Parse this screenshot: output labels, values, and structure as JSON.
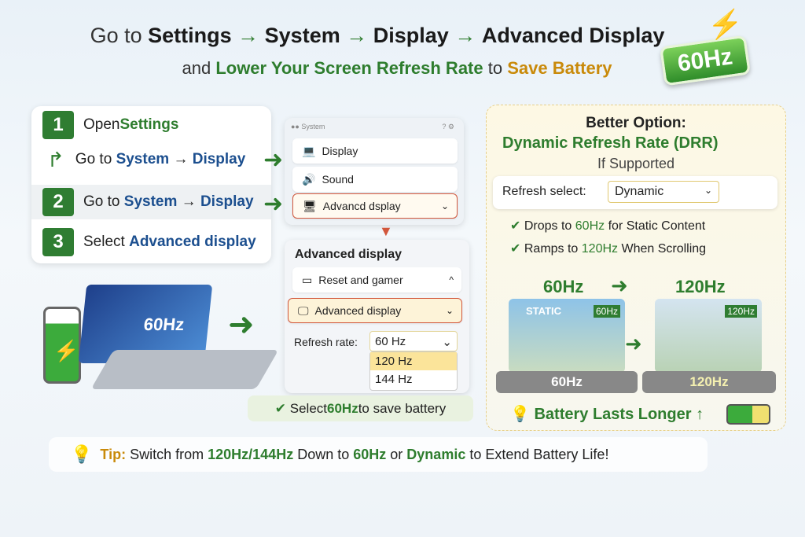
{
  "title": {
    "prefix": "Go to ",
    "p1": "Settings",
    "p2": "System",
    "p3": "Display",
    "p4": "Advanced Display",
    "arrow": "→"
  },
  "subtitle": {
    "a": "and ",
    "b": "Lower Your Screen Refresh Rate",
    "c": " to ",
    "d": "Save Battery"
  },
  "badge": "60Hz",
  "steps": [
    {
      "num": "1",
      "pre": "Open ",
      "em": "Settings"
    },
    {
      "num": "",
      "pre": "Go to ",
      "em1": "System",
      "arrow": "→",
      "em2": "Display"
    },
    {
      "num": "2",
      "pre": "Go to ",
      "em1": "System",
      "arrow": "→",
      "em2": "Display"
    },
    {
      "num": "3",
      "pre": "Select ",
      "em": "Advanced display"
    }
  ],
  "laptop_label": "60Hz",
  "system_window": {
    "title": "System",
    "controls": "? ⚙",
    "items": [
      "Display",
      "Sound",
      "Advancd dsplay"
    ]
  },
  "advanced_panel": {
    "title": "Advanced display",
    "items": [
      "Reset and gamer",
      "Advanced display"
    ],
    "refresh_label": "Refresh rate:",
    "refresh_value": "60 Hz",
    "options": [
      "120 Hz",
      "144 Hz"
    ]
  },
  "caption": {
    "a": "Select ",
    "b": "60Hz",
    "c": " to save battery"
  },
  "better": {
    "heading": "Better Option:",
    "title": "Dynamic Refresh Rate (DRR)",
    "sub": "If Supported",
    "select_label": "Refresh select:",
    "select_value": "Dynamic",
    "checks": [
      {
        "a": "Drops to ",
        "b": "60Hz",
        "c": " for Static Content"
      },
      {
        "a": "Ramps to ",
        "b": "120Hz",
        "c": " When Scrolling"
      }
    ],
    "from": "60Hz",
    "to": "120Hz",
    "static": "STATIC",
    "screen1": "60Hz",
    "screen2": "120Hz",
    "base1": "60Hz",
    "base2": "120Hz",
    "footer": "Battery Lasts Longer"
  },
  "tip": {
    "label": "Tip:",
    "a": "Switch from ",
    "b": "120Hz/144Hz",
    "c": " Down to ",
    "d": "60Hz",
    "e": " or ",
    "f": "Dynamic",
    "g": " to Extend Battery Life!"
  }
}
